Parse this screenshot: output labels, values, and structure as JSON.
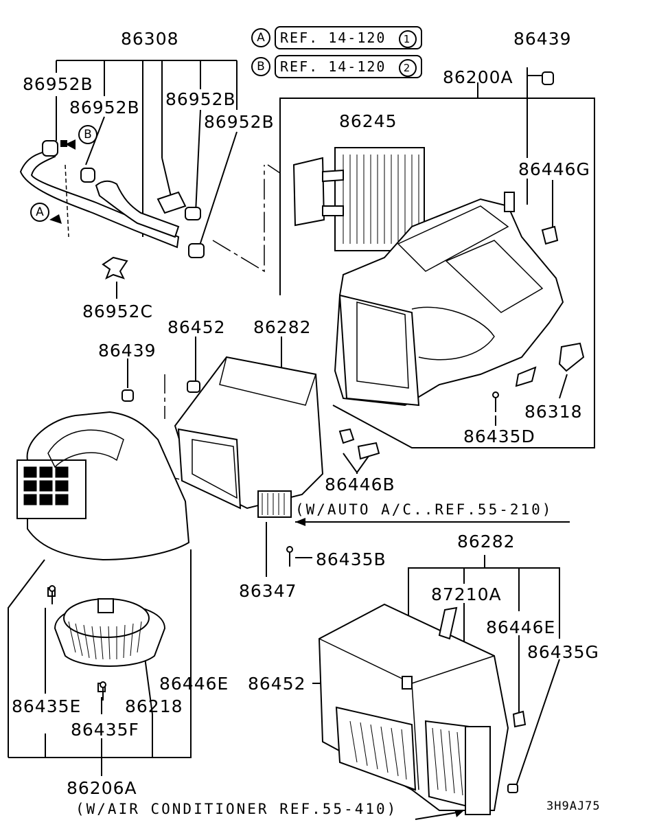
{
  "refs": {
    "a": {
      "marker": "A",
      "text": "REF. 14-120",
      "num": "1"
    },
    "b": {
      "marker": "B",
      "text": "REF. 14-120",
      "num": "2"
    }
  },
  "labels": {
    "p86308": "86308",
    "p86439_top": "86439",
    "p86200A": "86200A",
    "p86952B_1": "86952B",
    "p86952B_2": "86952B",
    "p86952B_3": "86952B",
    "p86952B_4": "86952B",
    "p86245": "86245",
    "p86446G": "86446G",
    "p86952C": "86952C",
    "p86452_1": "86452",
    "p86282_1": "86282",
    "p86439_2": "86439",
    "p86318": "86318",
    "p86435D": "86435D",
    "p86446B": "86446B",
    "p86435B": "86435B",
    "p86347": "86347",
    "p86282_2": "86282",
    "p87210A": "87210A",
    "p86446E_1": "86446E",
    "p86435G": "86435G",
    "p86452_2": "86452",
    "p86446E_2": "86446E",
    "p86435E": "86435E",
    "p86218": "86218",
    "p86435F": "86435F",
    "p86206A": "86206A"
  },
  "markers": {
    "a": "A",
    "b": "B"
  },
  "notes": {
    "auto_ac": "(W/AUTO A/C..REF.55-210)",
    "air_cond": "(W/AIR CONDITIONER REF.55-410)",
    "code": "3H9AJ75"
  }
}
